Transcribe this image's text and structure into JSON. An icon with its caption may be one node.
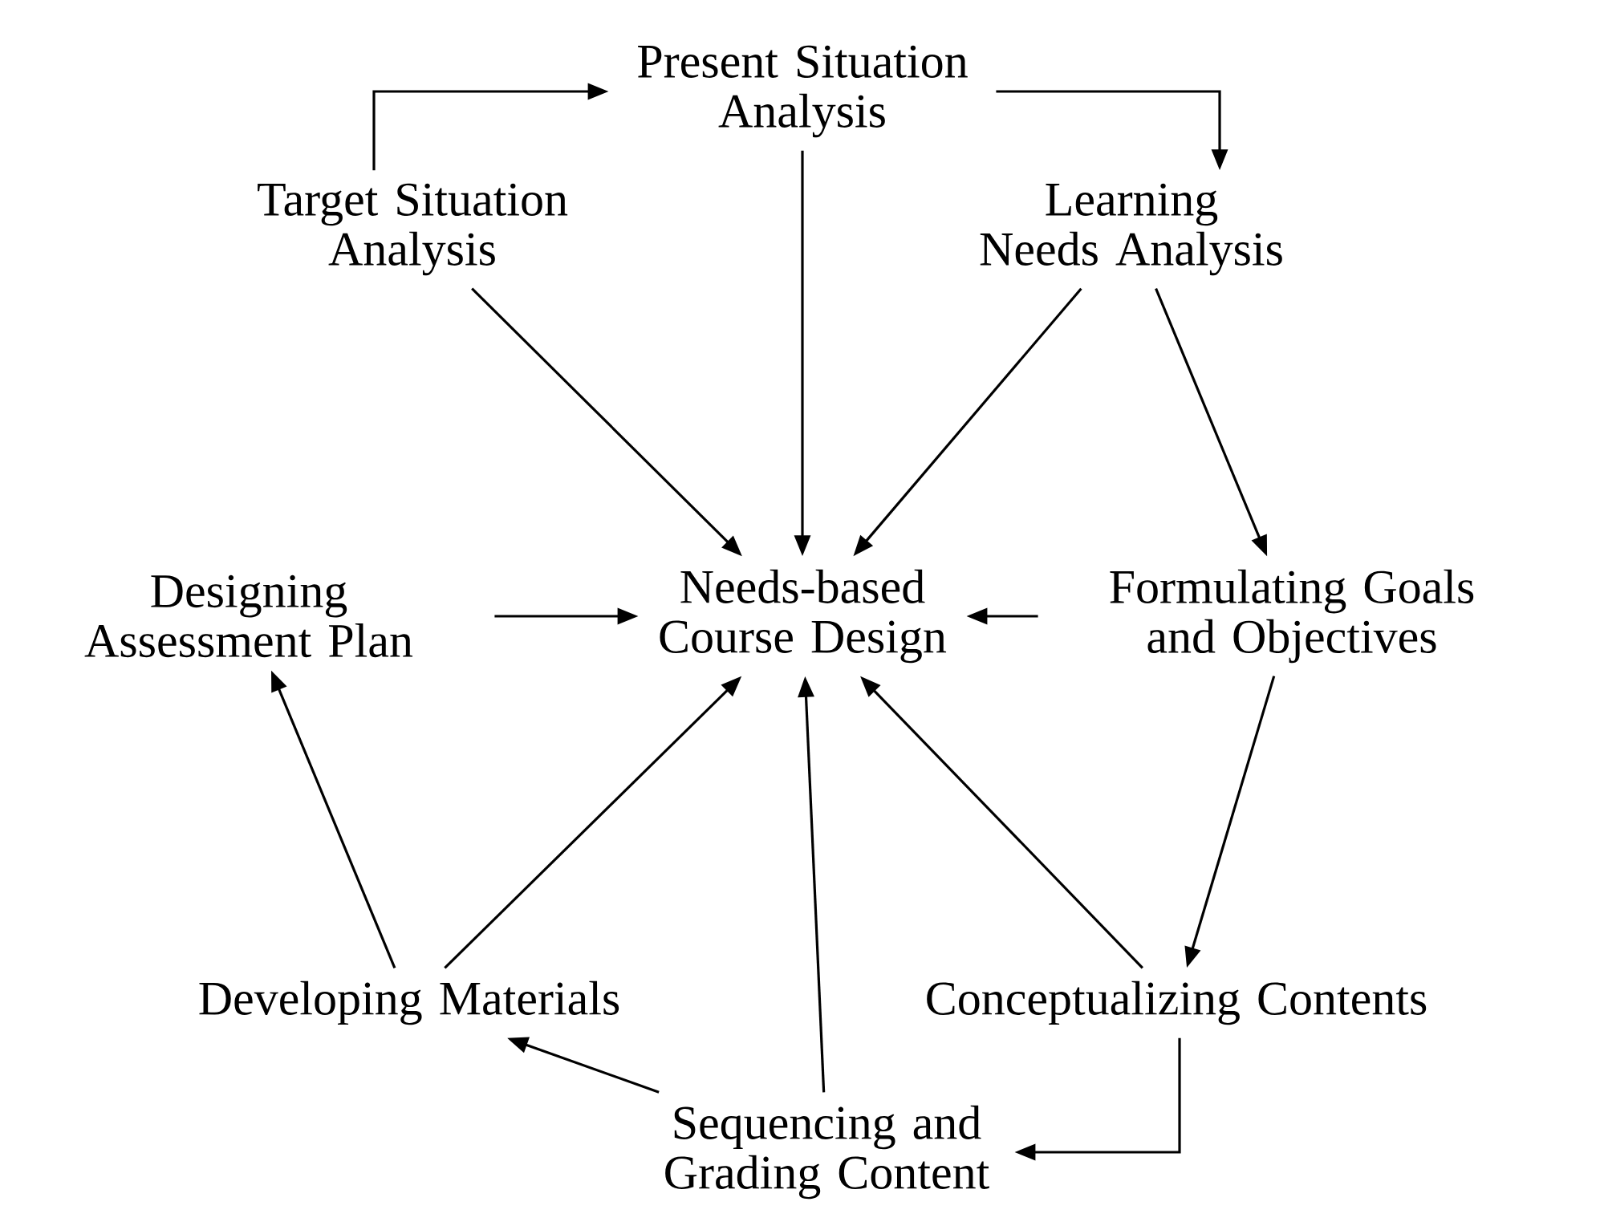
{
  "diagram": {
    "nodes": [
      {
        "text": [
          "Present Situation Analysis"
        ]
      },
      {
        "text": [
          "Target Situation Analysis"
        ]
      },
      {
        "text": [
          "Learning Needs Analysis"
        ]
      },
      {
        "text": [
          "Needs-based Course Design"
        ]
      },
      {
        "text": [
          "Designing Assessment Plan"
        ]
      },
      {
        "text": [
          "Formulating Goals and Objectives"
        ]
      },
      {
        "text": [
          "Developing Materials"
        ]
      },
      {
        "text": [
          "Conceptualizing Contents"
        ]
      },
      {
        "text": [
          "Sequencing and Grading Content"
        ]
      }
    ],
    "edges": [
      {
        "from": 1,
        "to": 0,
        "arrow": "to"
      },
      {
        "from": 0,
        "to": 2,
        "arrow": "to"
      },
      {
        "from": 1,
        "to": 3,
        "arrow": "to"
      },
      {
        "from": 0,
        "to": 3,
        "arrow": "to"
      },
      {
        "from": 2,
        "to": 3,
        "arrow": "to"
      },
      {
        "from": 2,
        "to": 5,
        "arrow": "to"
      },
      {
        "from": 4,
        "to": 3,
        "arrow": "to"
      },
      {
        "from": 5,
        "to": 3,
        "arrow": "to"
      },
      {
        "from": 5,
        "to": 7,
        "arrow": "to"
      },
      {
        "from": 6,
        "to": 4,
        "arrow": "to"
      },
      {
        "from": 6,
        "to": 3,
        "arrow": "to"
      },
      {
        "from": 8,
        "to": 3,
        "arrow": "to"
      },
      {
        "from": 7,
        "to": 3,
        "arrow": "to"
      },
      {
        "from": 7,
        "to": 8,
        "arrow": "to"
      },
      {
        "from": 8,
        "to": 6,
        "arrow": "to"
      }
    ]
  }
}
